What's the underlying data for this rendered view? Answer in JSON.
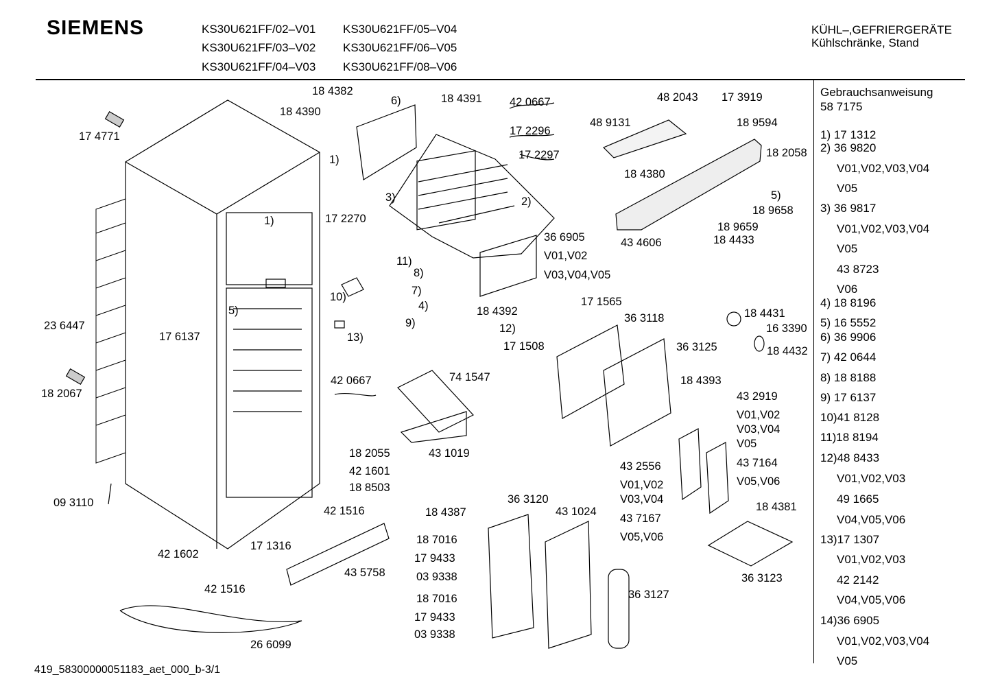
{
  "header": {
    "brand": "SIEMENS",
    "models": [
      "KS30U621FF/02–V01",
      "KS30U621FF/05–V04",
      "KS30U621FF/03–V02",
      "KS30U621FF/06–V05",
      "KS30U621FF/04–V03",
      "KS30U621FF/08–V06"
    ],
    "category_line1": "KÜHL–,GEFRIERGERÄTE",
    "category_line2": "Kühlschränke, Stand"
  },
  "legend": {
    "title": "Gebrauchsanweisung",
    "title_number": "58 7175",
    "items": [
      "1) 17 1312",
      "2) 36 9820",
      "V01,V02,V03,V04",
      "V05",
      "3) 36 9817",
      "V01,V02,V03,V04",
      "V05",
      "43 8723",
      "V06",
      "4) 18 8196",
      "5) 16 5552",
      "6) 36 9906",
      "7) 42 0644",
      "8) 18 8188",
      "9) 17 6137",
      "10)41 8128",
      "11)18 8194",
      "12)48 8433",
      "V01,V02,V03",
      "49 1665",
      "V04,V05,V06",
      "13)17 1307",
      "V01,V02,V03",
      "42 2142",
      "V04,V05,V06",
      "14)36 6905",
      "V01,V02,V03,V04",
      "V05"
    ]
  },
  "parts": [
    "17 4771",
    "23 6447",
    "18 2067",
    "09 3110",
    "42 1602",
    "42 1516",
    "26 6099",
    "17 1316",
    "43 5758",
    "17 6137",
    "5)",
    "1)",
    "18 4382",
    "18 4390",
    "6)",
    "1)",
    "17 2270",
    "18 4391",
    "3)",
    "2)",
    "42 0667",
    "17 2296",
    "17 2297",
    "11)",
    "8)",
    "7)",
    "4)",
    "9)",
    "10)",
    "13)",
    "36 6905",
    "V01,V02",
    "V03,V04,V05",
    "18 4392",
    "12)",
    "17 1508",
    "17 1565",
    "42 0667",
    "74 1547",
    "43 1019",
    "18 2055",
    "42 1601",
    "18 8503",
    "42 1516",
    "48 9131",
    "48 2043",
    "17 3919",
    "18 9594",
    "18 2058",
    "18 4380",
    "5)",
    "18 9658",
    "18 9659",
    "18 4433",
    "43 4606",
    "36 3118",
    "36 3125",
    "18 4393",
    "18 4431",
    "16 3390",
    "18 4432",
    "43 2919",
    "V01,V02",
    "V03,V04",
    "V05",
    "43 7164",
    "V05,V06",
    "43 2556",
    "V01,V02",
    "V03,V04",
    "43 7167",
    "V05,V06",
    "18 4387",
    "36 3120",
    "43 1024",
    "18 4381",
    "36 3123",
    "18 7016",
    "17 9433",
    "03 9338",
    "18 7016",
    "17 9433",
    "03 9338",
    "36 3127"
  ],
  "footer": "419_58300000051183_aet_000_b-3/1"
}
